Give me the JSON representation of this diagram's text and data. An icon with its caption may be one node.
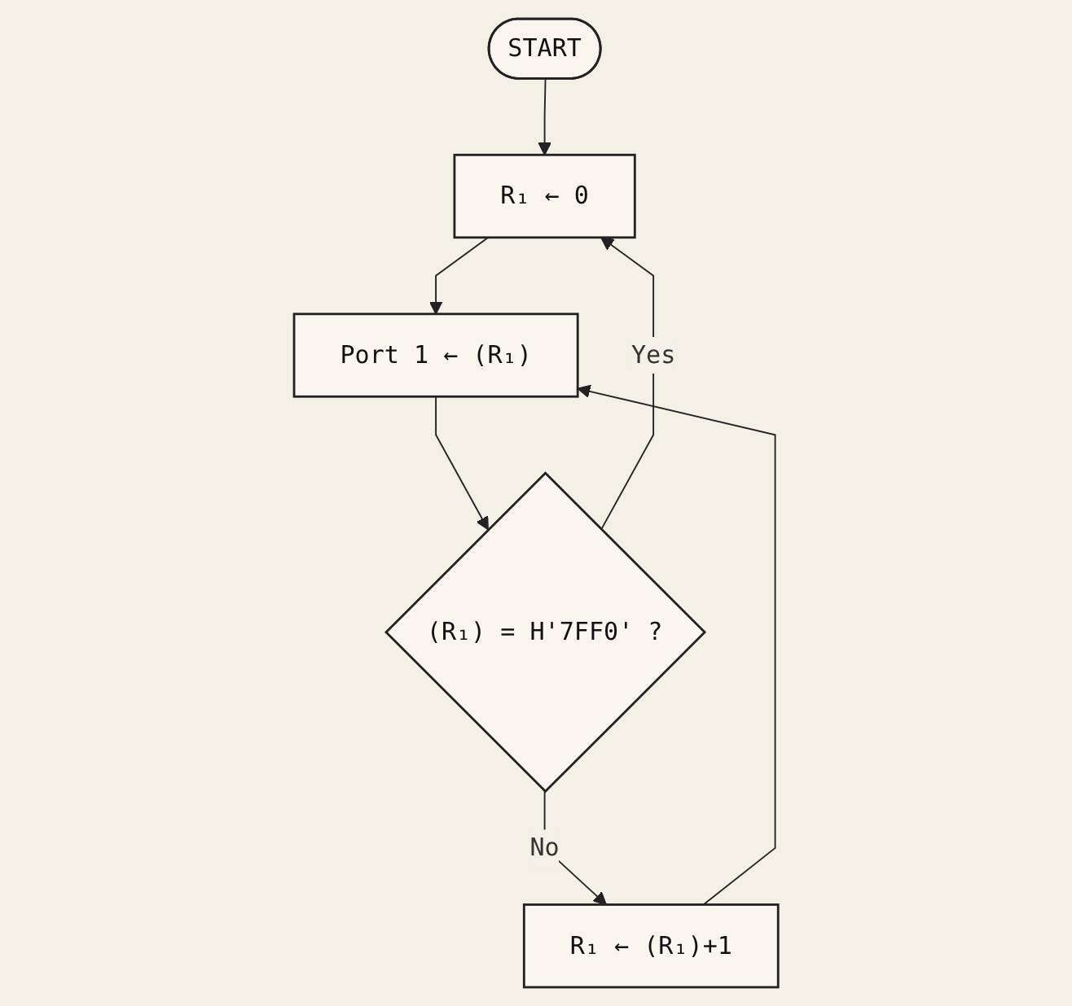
{
  "diagram": {
    "nodes": [
      {
        "text": [
          "START"
        ]
      },
      {
        "text": [
          "R₁ ← 0"
        ]
      },
      {
        "text": [
          "Port 1 ← (R₁)"
        ]
      },
      {
        "text": [
          "(R₁) = H'7FF0' ?"
        ]
      },
      {
        "text": [
          "R₁ ← (R₁)+1"
        ]
      }
    ],
    "edges": [
      {
        "from": 0,
        "to": 1,
        "arrow": "to"
      },
      {
        "from": 1,
        "to": 2,
        "arrow": "to"
      },
      {
        "from": 2,
        "to": 3,
        "arrow": "to"
      },
      {
        "from": 3,
        "to": 4,
        "arrow": "to",
        "label": "No"
      },
      {
        "from": 4,
        "to": 2,
        "arrow": "to"
      },
      {
        "from": 3,
        "to": 1,
        "arrow": "to",
        "label": "Yes"
      }
    ]
  }
}
